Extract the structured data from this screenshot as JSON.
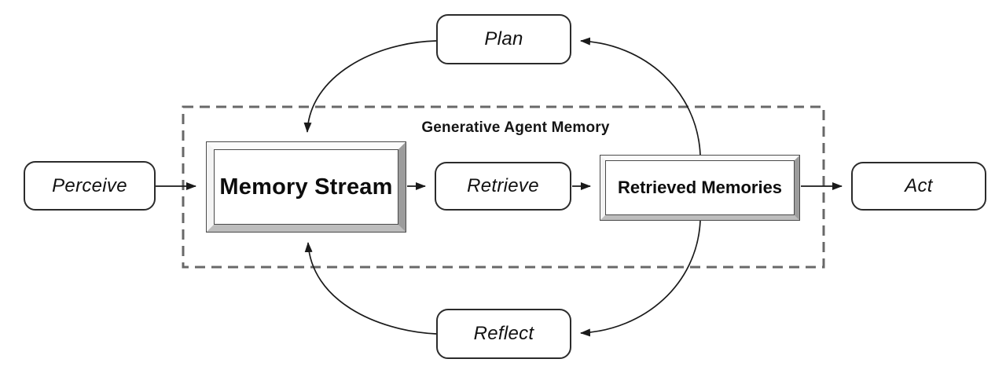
{
  "diagram": {
    "group_title": "Generative Agent Memory",
    "nodes": {
      "perceive": {
        "label": "Perceive",
        "shape": "rounded"
      },
      "plan": {
        "label": "Plan",
        "shape": "rounded"
      },
      "retrieve": {
        "label": "Retrieve",
        "shape": "rounded"
      },
      "reflect": {
        "label": "Reflect",
        "shape": "rounded"
      },
      "act": {
        "label": "Act",
        "shape": "rounded"
      },
      "memory_stream": {
        "label": "Memory Stream",
        "shape": "beveled-frame"
      },
      "retrieved_memories": {
        "label": "Retrieved Memories",
        "shape": "beveled-frame"
      }
    },
    "edges": [
      "Perceive -> Memory Stream",
      "Memory Stream -> Retrieve",
      "Retrieve -> Retrieved Memories",
      "Retrieved Memories -> Act",
      "Plan -> Memory Stream",
      "Retrieved Memories -> Plan",
      "Reflect -> Memory Stream",
      "Retrieved Memories -> Reflect"
    ],
    "colors": {
      "line": "#1a1a1a",
      "node_border": "#2b2b2b",
      "dashed_border": "#686868",
      "frame_light": "#fbfbfb",
      "frame_dark": "#9c9c9c",
      "background": "#ffffff"
    }
  }
}
